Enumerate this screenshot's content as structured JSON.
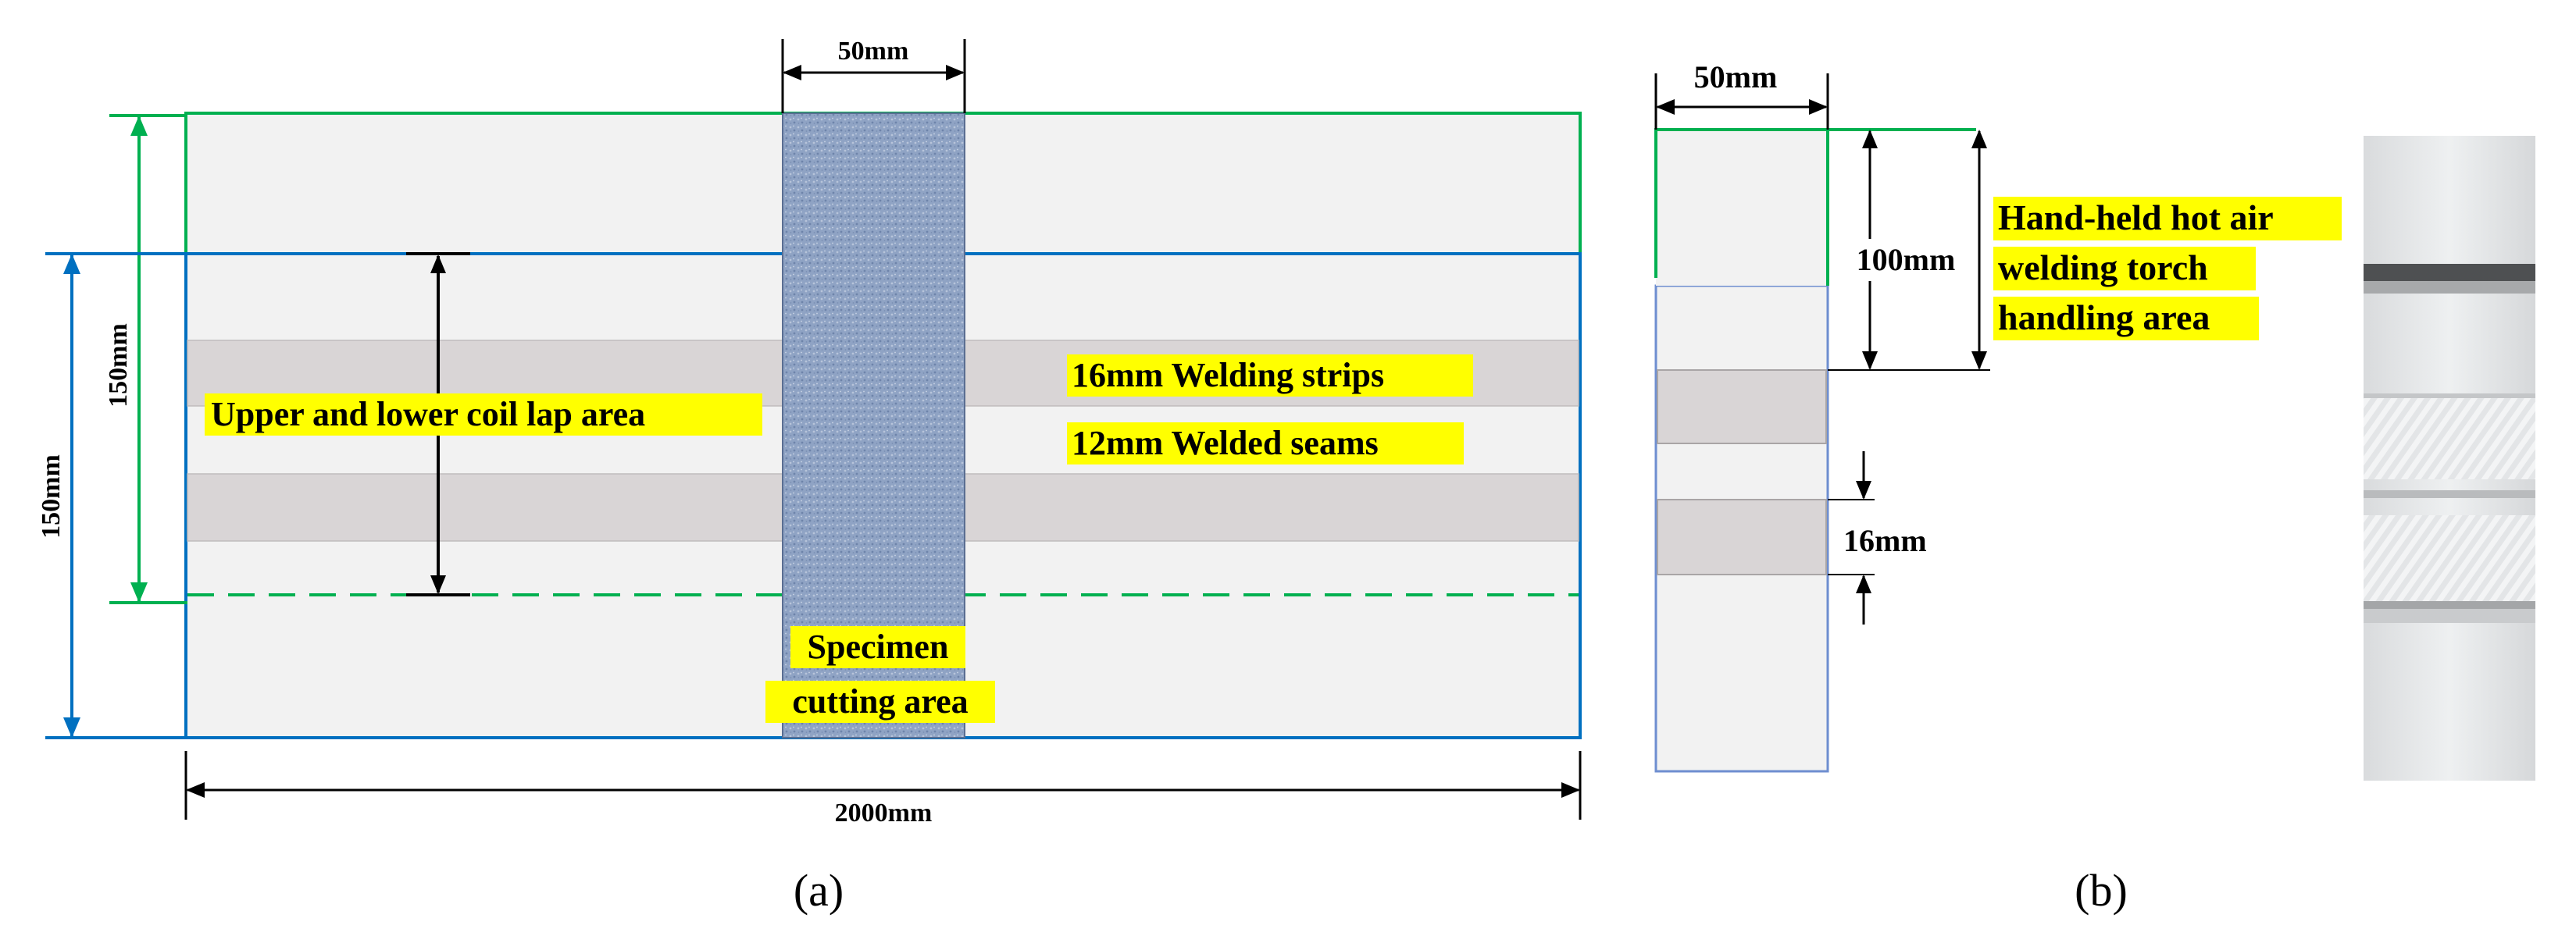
{
  "panel_a": {
    "dim_top_width": "50mm",
    "dim_left_green": "150mm",
    "dim_left_blue": "150mm",
    "dim_bottom": "2000mm",
    "label_lap_area": "Upper and lower coil lap area",
    "label_welding_strips": "16mm Welding strips",
    "label_welded_seams": "12mm Welded seams",
    "label_specimen_line1": "Specimen",
    "label_specimen_line2": "cutting area",
    "caption": "(a)"
  },
  "panel_b": {
    "dim_width": "50mm",
    "dim_height": "100mm",
    "dim_strip": "16mm",
    "label_line1": "Hand-held hot air",
    "label_line2": "welding torch",
    "label_line3": "handling area",
    "caption": "(b)"
  },
  "colors": {
    "green": "#00B050",
    "blue": "#0070C0",
    "highlight": "#FFFF00",
    "sheet": "#F2F2F2",
    "strip": "#D9D5D6",
    "specimen": "#8FA3C4"
  }
}
